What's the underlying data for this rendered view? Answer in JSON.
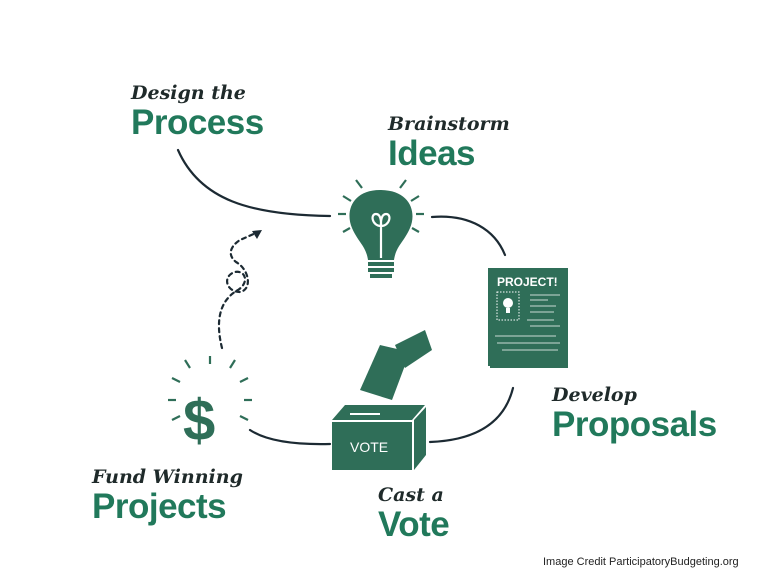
{
  "colors": {
    "icon_green": "#2f6e58",
    "text_green": "#21795b",
    "line": "#1c2a33"
  },
  "steps": [
    {
      "small": "Design the",
      "big": "Process"
    },
    {
      "small": "Brainstorm",
      "big": "Ideas"
    },
    {
      "small": "Develop",
      "big": "Proposals"
    },
    {
      "small": "Cast a",
      "big": "Vote"
    },
    {
      "small": "Fund Winning",
      "big": "Projects"
    }
  ],
  "icons": {
    "project_title": "PROJECT!",
    "vote_label": "VOTE",
    "dollar": "$"
  },
  "credit": "Image Credit ParticipatoryBudgeting.org"
}
